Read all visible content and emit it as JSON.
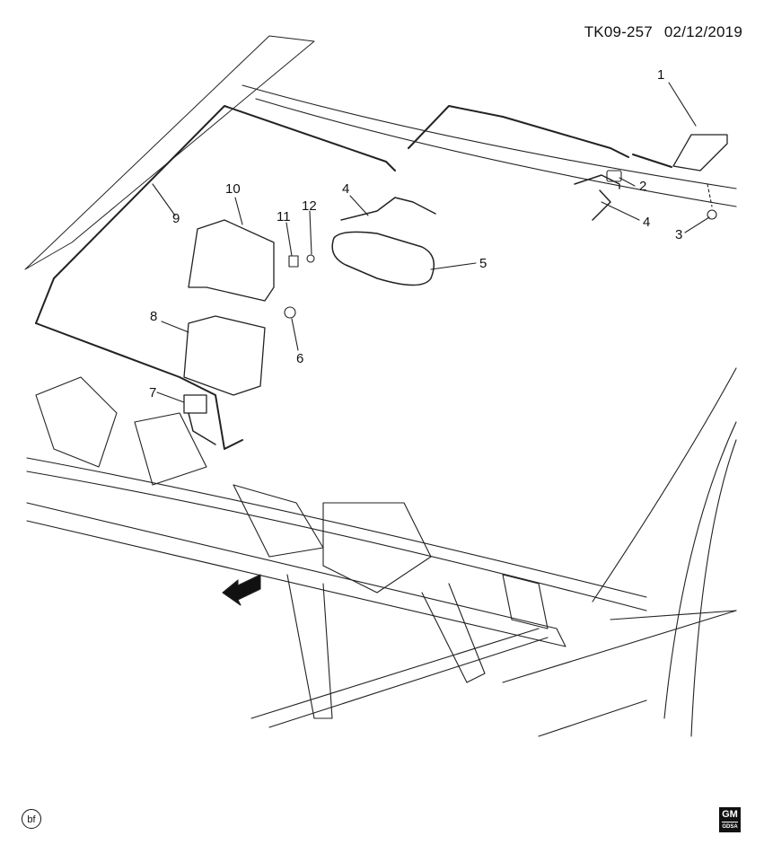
{
  "header": {
    "code": "TK09-257",
    "date": "02/12/2019"
  },
  "callouts": [
    {
      "id": "c1",
      "text": "1"
    },
    {
      "id": "c2",
      "text": "2"
    },
    {
      "id": "c3",
      "text": "3"
    },
    {
      "id": "c4a",
      "text": "4"
    },
    {
      "id": "c4b",
      "text": "4"
    },
    {
      "id": "c5",
      "text": "5"
    },
    {
      "id": "c6",
      "text": "6"
    },
    {
      "id": "c7",
      "text": "7"
    },
    {
      "id": "c8",
      "text": "8"
    },
    {
      "id": "c9",
      "text": "9"
    },
    {
      "id": "c10",
      "text": "10"
    },
    {
      "id": "c11",
      "text": "11"
    },
    {
      "id": "c12",
      "text": "12"
    }
  ],
  "direction": {
    "label": "FRT"
  },
  "footer": {
    "left_mark": "bf",
    "logo": "GM",
    "logo_sub": "GDSA"
  }
}
